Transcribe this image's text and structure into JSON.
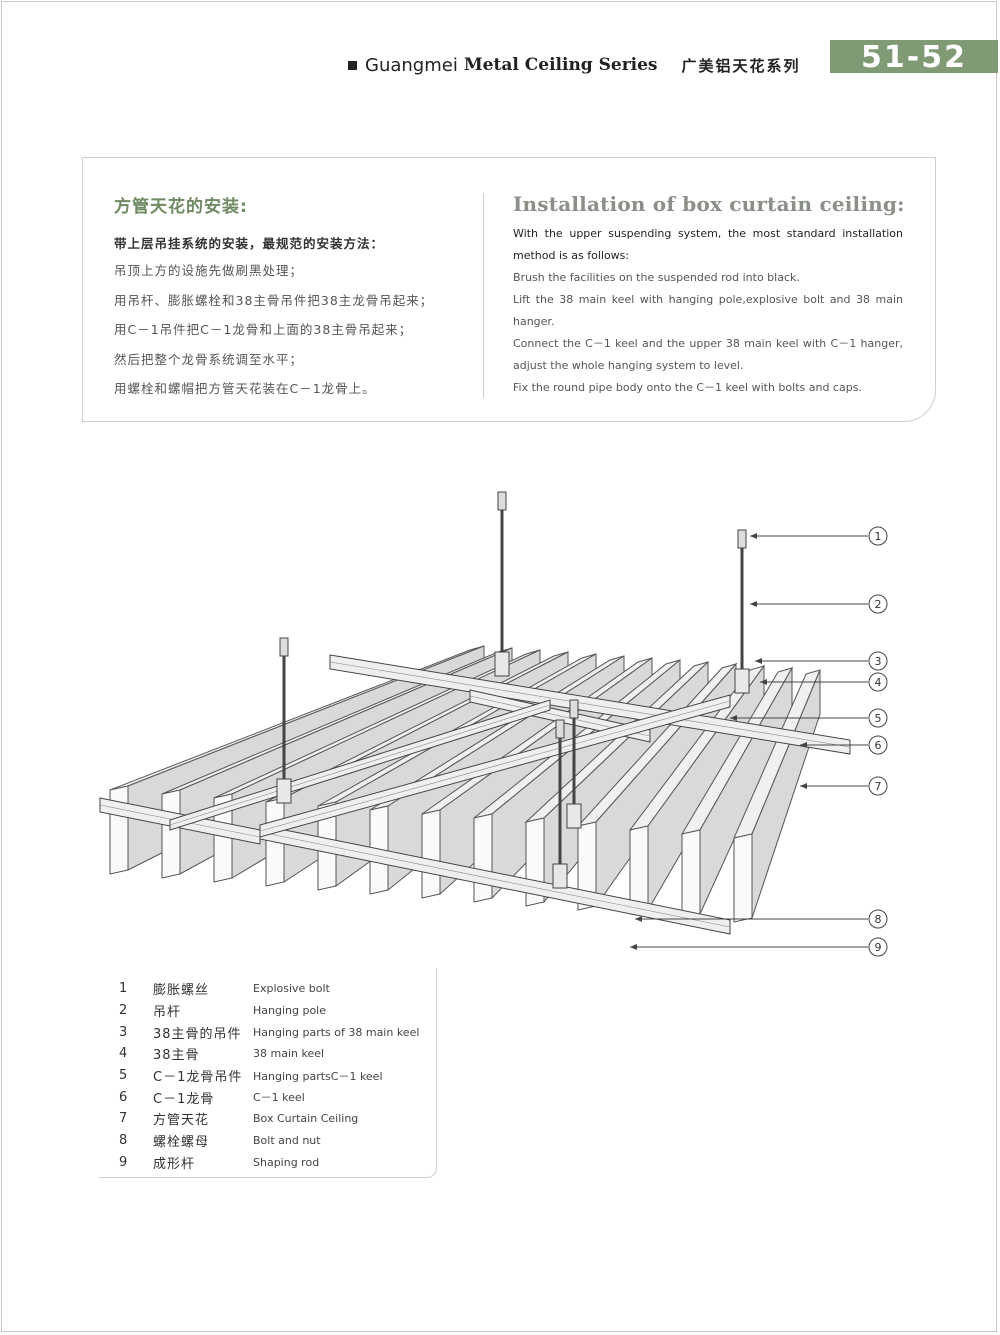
{
  "header": {
    "brand": "Guangmei",
    "series": "Metal Ceiling Series",
    "cn_series": "广美铝天花系列",
    "page_number": "51-52"
  },
  "intro": {
    "cn_title": "方管天花的安装:",
    "cn_subtitle": "带上层吊挂系统的安装，最规范的安装方法：",
    "cn_steps": [
      "吊顶上方的设施先做刷黑处理；",
      "用吊杆、膨胀螺栓和38主骨吊件把38主龙骨吊起来；",
      "用C－1吊件把C－1龙骨和上面的38主骨吊起来；",
      "然后把整个龙骨系统调至水平；",
      "用螺栓和螺帽把方管天花装在C－1龙骨上。"
    ],
    "en_title": "Installation of box curtain ceiling:",
    "en_subtitle": "With the upper suspending system, the most standard installation method is as follows:",
    "en_steps": [
      "Brush the facilities on the suspended rod into black.",
      "Lift the 38 main keel with hanging pole,explosive bolt and 38 main hanger.",
      "Connect the C－1 keel and the upper 38 main keel with C－1 hanger, adjust the whole hanging system to level.",
      "Fix the round pipe body onto the C－1 keel with bolts and caps."
    ]
  },
  "callouts": [
    "1",
    "2",
    "3",
    "4",
    "5",
    "6",
    "7",
    "8",
    "9"
  ],
  "legend": [
    {
      "num": "1",
      "cn": "膨胀螺丝",
      "en": "Explosive bolt"
    },
    {
      "num": "2",
      "cn": "吊杆",
      "en": "Hanging pole"
    },
    {
      "num": "3",
      "cn": "38主骨的吊件",
      "en": "Hanging parts of 38 main keel"
    },
    {
      "num": "4",
      "cn": "38主骨",
      "en": "38 main keel"
    },
    {
      "num": "5",
      "cn": "C－1龙骨吊件",
      "en": "Hanging partsC－1 keel"
    },
    {
      "num": "6",
      "cn": "C－1龙骨",
      "en": "C－1 keel"
    },
    {
      "num": "7",
      "cn": "方管天花",
      "en": "Box Curtain Ceiling"
    },
    {
      "num": "8",
      "cn": "螺栓螺母",
      "en": "Bolt and nut"
    },
    {
      "num": "9",
      "cn": "成形杆",
      "en": "Shaping rod"
    }
  ]
}
